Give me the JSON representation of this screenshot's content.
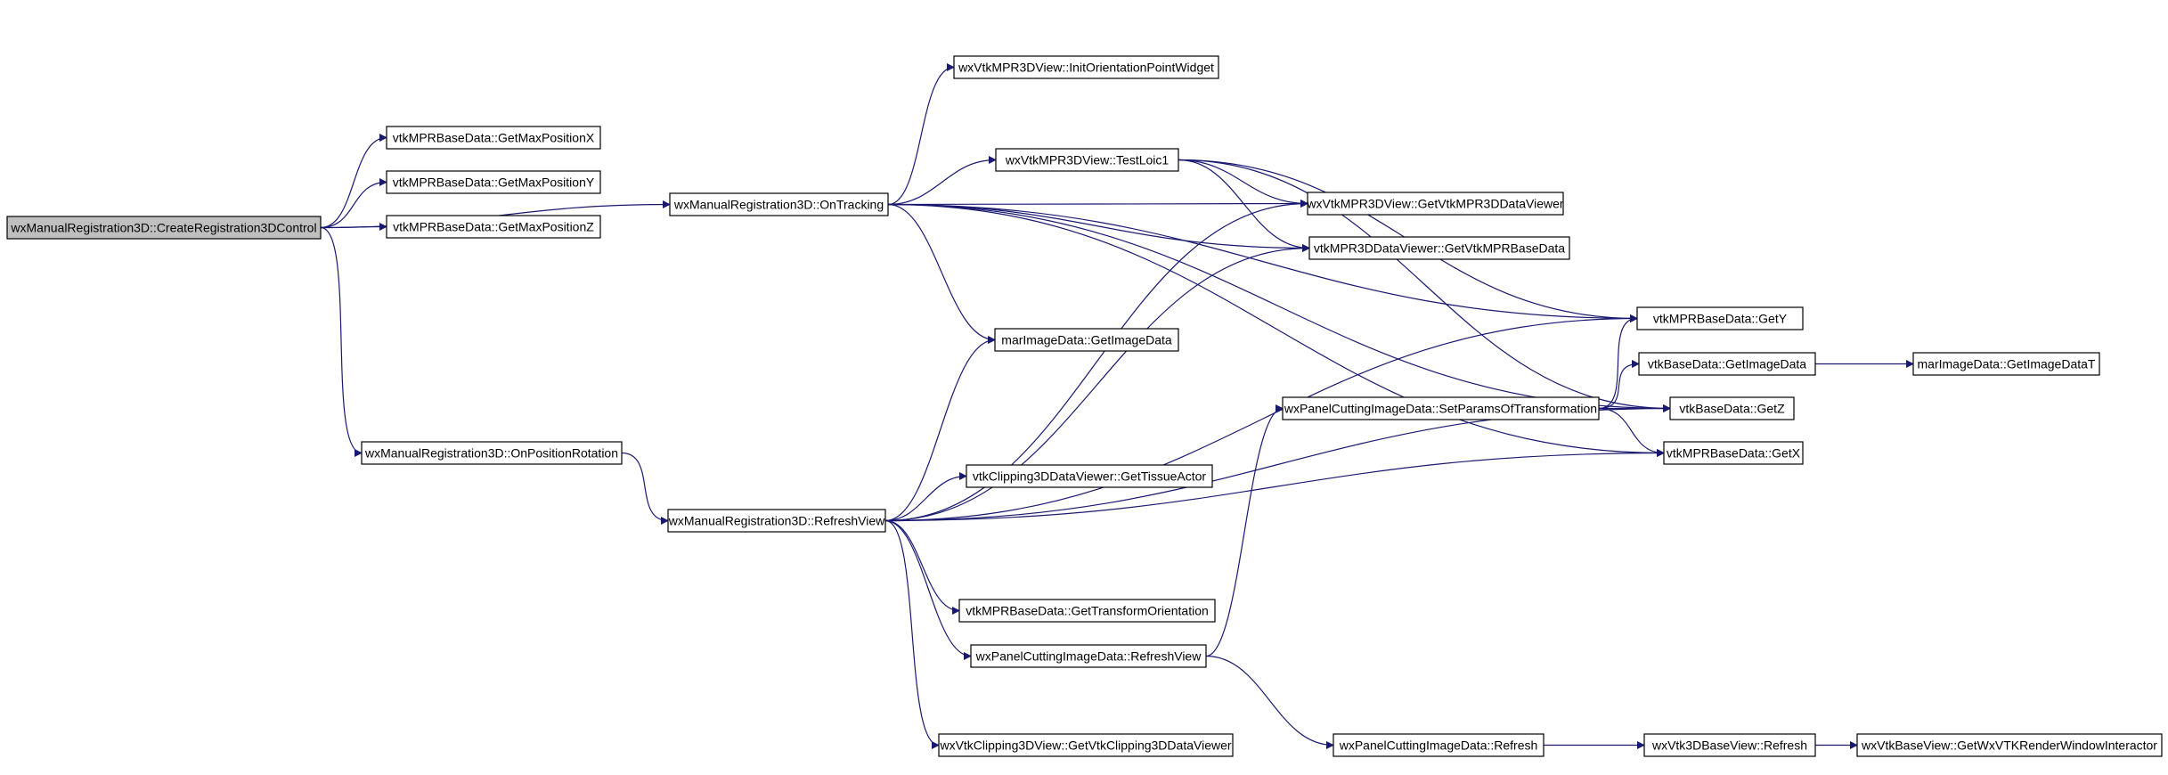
{
  "diagram": {
    "type": "call-graph",
    "colors": {
      "edge": "#191970",
      "node_border": "#000000",
      "node_fill": "#ffffff",
      "root_fill": "#bfbfbf"
    },
    "nodes": [
      {
        "id": "root",
        "label": "wxManualRegistration3D::CreateRegistration3DControl",
        "root": true
      },
      {
        "id": "maxX",
        "label": "vtkMPRBaseData::GetMaxPositionX"
      },
      {
        "id": "maxY",
        "label": "vtkMPRBaseData::GetMaxPositionY"
      },
      {
        "id": "maxZ",
        "label": "vtkMPRBaseData::GetMaxPositionZ"
      },
      {
        "id": "onTracking",
        "label": "wxManualRegistration3D::OnTracking"
      },
      {
        "id": "onPosRot",
        "label": "wxManualRegistration3D::OnPositionRotation"
      },
      {
        "id": "refreshView",
        "label": "wxManualRegistration3D::RefreshView"
      },
      {
        "id": "initOrient",
        "label": "wxVtkMPR3DView::InitOrientationPointWidget"
      },
      {
        "id": "testLoic",
        "label": "wxVtkMPR3DView::TestLoic1"
      },
      {
        "id": "getViewer",
        "label": "wxVtkMPR3DView::GetVtkMPR3DDataViewer"
      },
      {
        "id": "getBaseData",
        "label": "vtkMPR3DDataViewer::GetVtkMPRBaseData"
      },
      {
        "id": "marGetImage",
        "label": "marImageData::GetImageData"
      },
      {
        "id": "getTissue",
        "label": "vtkClipping3DDataViewer::GetTissueActor"
      },
      {
        "id": "getTransform",
        "label": "vtkMPRBaseData::GetTransformOrientation"
      },
      {
        "id": "panelRefreshView",
        "label": "wxPanelCuttingImageData::RefreshView"
      },
      {
        "id": "getClipViewer",
        "label": "wxVtkClipping3DView::GetVtkClipping3DDataViewer"
      },
      {
        "id": "setParams",
        "label": "wxPanelCuttingImageData::SetParamsOfTransformation"
      },
      {
        "id": "panelRefresh",
        "label": "wxPanelCuttingImageData::Refresh"
      },
      {
        "id": "getY",
        "label": "vtkMPRBaseData::GetY"
      },
      {
        "id": "baseGetImage",
        "label": "vtkBaseData::GetImageData"
      },
      {
        "id": "getZ",
        "label": "vtkBaseData::GetZ"
      },
      {
        "id": "getX",
        "label": "vtkMPRBaseData::GetX"
      },
      {
        "id": "marGetImageT",
        "label": "marImageData::GetImageDataT"
      },
      {
        "id": "baseViewRefresh",
        "label": "wxVtk3DBaseView::Refresh"
      },
      {
        "id": "getInteractor",
        "label": "wxVtkBaseView::GetWxVTKRenderWindowInteractor"
      }
    ],
    "edges": [
      [
        "root",
        "maxX"
      ],
      [
        "root",
        "maxY"
      ],
      [
        "root",
        "maxZ"
      ],
      [
        "root",
        "onTracking"
      ],
      [
        "root",
        "onPosRot"
      ],
      [
        "onPosRot",
        "refreshView"
      ],
      [
        "onTracking",
        "initOrient"
      ],
      [
        "onTracking",
        "testLoic"
      ],
      [
        "onTracking",
        "getViewer"
      ],
      [
        "onTracking",
        "getBaseData"
      ],
      [
        "onTracking",
        "marGetImage"
      ],
      [
        "onTracking",
        "getY"
      ],
      [
        "onTracking",
        "getZ"
      ],
      [
        "onTracking",
        "getX"
      ],
      [
        "testLoic",
        "getViewer"
      ],
      [
        "testLoic",
        "getBaseData"
      ],
      [
        "testLoic",
        "getY"
      ],
      [
        "testLoic",
        "getZ"
      ],
      [
        "refreshView",
        "marGetImage"
      ],
      [
        "refreshView",
        "getTissue"
      ],
      [
        "refreshView",
        "getTransform"
      ],
      [
        "refreshView",
        "panelRefreshView"
      ],
      [
        "refreshView",
        "getClipViewer"
      ],
      [
        "refreshView",
        "getViewer"
      ],
      [
        "refreshView",
        "getBaseData"
      ],
      [
        "refreshView",
        "getY"
      ],
      [
        "refreshView",
        "getZ"
      ],
      [
        "refreshView",
        "getX"
      ],
      [
        "panelRefreshView",
        "setParams"
      ],
      [
        "panelRefreshView",
        "panelRefresh"
      ],
      [
        "setParams",
        "getY"
      ],
      [
        "setParams",
        "baseGetImage"
      ],
      [
        "setParams",
        "getZ"
      ],
      [
        "setParams",
        "getX"
      ],
      [
        "baseGetImage",
        "marGetImageT"
      ],
      [
        "panelRefresh",
        "baseViewRefresh"
      ],
      [
        "baseViewRefresh",
        "getInteractor"
      ]
    ]
  }
}
